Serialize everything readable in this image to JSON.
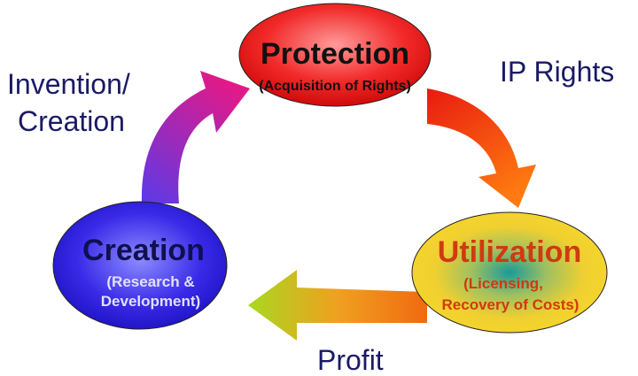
{
  "nodes": {
    "protection": {
      "title": "Protection",
      "subtitle": "(Acquisition of Rights)"
    },
    "creation": {
      "title": "Creation",
      "subtitle_line1": "(Research &",
      "subtitle_line2": "Development)"
    },
    "utilization": {
      "title": "Utilization",
      "subtitle_line1": "(Licensing,",
      "subtitle_line2": "Recovery of Costs)"
    }
  },
  "edges": {
    "invention_line1": "Invention/",
    "invention_line2": "Creation",
    "ip_rights": "IP Rights",
    "profit": "Profit"
  },
  "colors": {
    "label": "#1a1a66",
    "protection": "#e8141a",
    "creation": "#2a1ae0",
    "utilization": "#f2cf2a",
    "utilization_text": "#d03a10"
  }
}
